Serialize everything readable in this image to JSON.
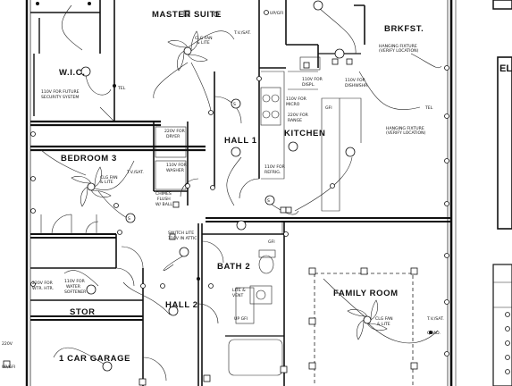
{
  "rooms": {
    "master_suite": "MASTER SUITE",
    "wic": "W.I.C.",
    "brkfst": "BRKFST.",
    "hall1": "HALL 1",
    "kitchen": "KITCHEN",
    "bedroom3": "BEDROOM 3",
    "bath2": "BATH 2",
    "family_room": "FAMILY ROOM",
    "hall2": "HALL 2",
    "stor": "STOR",
    "garage": "1 CAR GARAGE"
  },
  "notes": {
    "clg_fan_master": [
      "CLG FAN",
      "& LITE"
    ],
    "tv_sat_master": "T.V./SAT.",
    "up_gfi_top": "UP/GFI",
    "security": [
      "110V FOR FUTURE",
      "SECURITY SYSTEM"
    ],
    "tel_wic": "TEL",
    "hanging_brkfst": [
      "HANGING FIXTURE",
      "(VERIFY LOCATION)"
    ],
    "dishwasher": [
      "110V FOR",
      "DISHWSHR."
    ],
    "disposal": [
      "110V FOR",
      "DISPL."
    ],
    "micro": [
      "110V FOR",
      "MICRO"
    ],
    "range": [
      "220V FOR",
      "RANGE"
    ],
    "gfi_kitchen": "GFI",
    "hanging_kitchen": [
      "HANGING FIXTURE",
      "(VERIFY LOCATION)"
    ],
    "refrig": [
      "110V FOR",
      "REFRIG."
    ],
    "dryer": [
      "220V FOR",
      "DRYER"
    ],
    "washer": [
      "110V FOR",
      "WASHER"
    ],
    "tv_sat_bed3": "T.V./SAT.",
    "clg_fan_bed3": [
      "CLG FAN",
      "& LITE"
    ],
    "chimes": [
      "CHIMES",
      "FLUSH",
      "W/ BALL"
    ],
    "switch_attic": [
      "SWITCH LITE",
      "110V IN ATTIC"
    ],
    "gfi_bath": "GFI",
    "lite_vent": [
      "LITE &",
      "VENT"
    ],
    "upgfi_bath": "UP GFI",
    "wtr_htr": [
      "220V FOR",
      "WTR. HTR."
    ],
    "softener": [
      "110V FOR",
      "WATER",
      "SOFTENER"
    ],
    "clg_fan_family": [
      "CLG FAN",
      "& LITE"
    ],
    "tv_sat_family": "T.V./SAT.",
    "quad": "QUAD.",
    "garage_v": "220V",
    "garage_gfi": "UP/GFI",
    "tel_family": "TEL"
  },
  "title_block_letters": "EL"
}
